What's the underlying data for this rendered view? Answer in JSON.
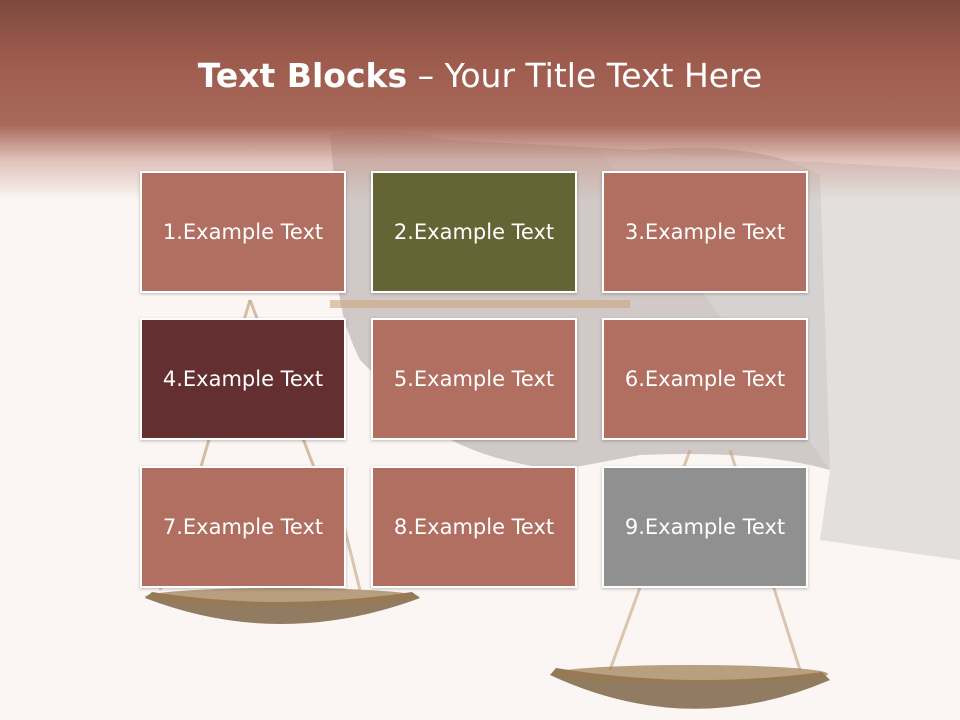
{
  "title": {
    "bold": "Text Blocks",
    "dash": "–",
    "rest": "Your Title Text Here"
  },
  "blocks": [
    {
      "label": "1.Example Text",
      "color": "#b06f60"
    },
    {
      "label": "2.Example Text",
      "color": "#656434"
    },
    {
      "label": "3.Example Text",
      "color": "#b06f60"
    },
    {
      "label": "4.Example Text",
      "color": "#642f30"
    },
    {
      "label": "5.Example Text",
      "color": "#b06f60"
    },
    {
      "label": "6.Example Text",
      "color": "#b06f60"
    },
    {
      "label": "7.Example Text",
      "color": "#b06f60"
    },
    {
      "label": "8.Example Text",
      "color": "#b06f60"
    },
    {
      "label": "9.Example Text",
      "color": "#909090"
    }
  ],
  "colors": {
    "header_top": "#7d4a3e",
    "header_mid": "#a8695a",
    "background": "#fbf6f4"
  }
}
